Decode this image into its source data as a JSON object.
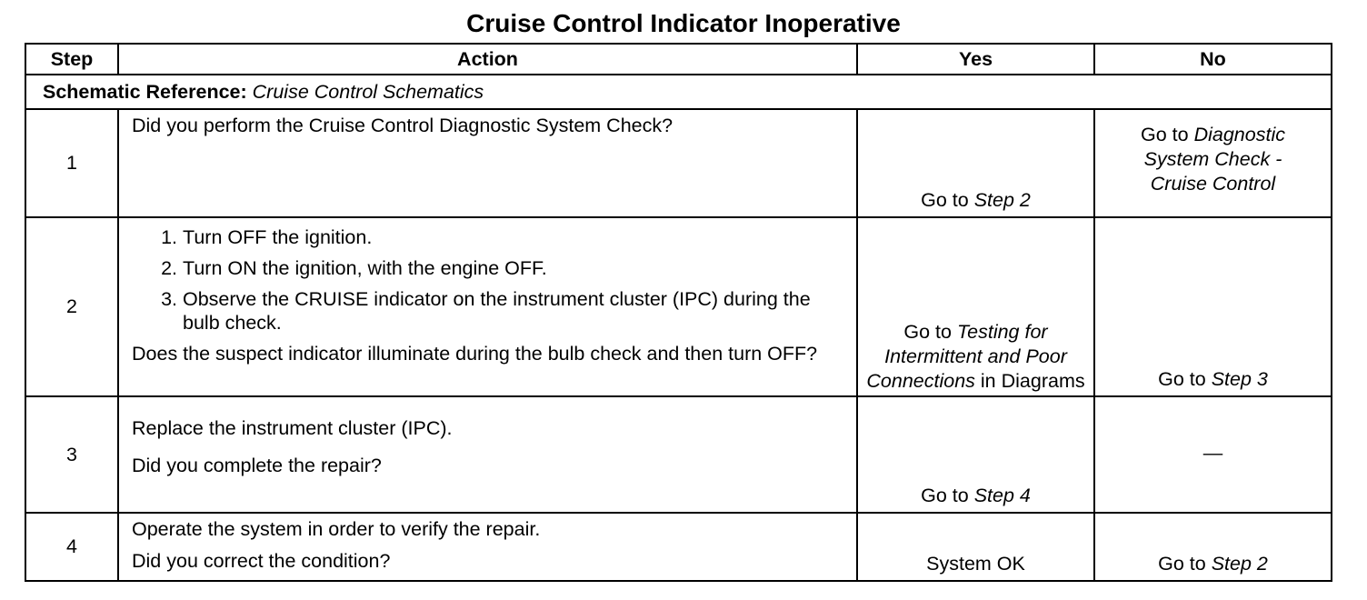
{
  "title": "Cruise Control Indicator Inoperative",
  "headers": {
    "step": "Step",
    "action": "Action",
    "yes": "Yes",
    "no": "No"
  },
  "schematic": {
    "label": "Schematic Reference:",
    "value": "Cruise Control Schematics"
  },
  "rows": [
    {
      "step": "1",
      "action_text": "Did you perform the Cruise Control Diagnostic System Check?",
      "yes_prefix": "Go to",
      "yes_link": "Step 2",
      "no_prefix": "Go to",
      "no_link": "Diagnostic System Check - Cruise Control"
    },
    {
      "step": "2",
      "substeps": [
        "Turn OFF the ignition.",
        "Turn ON the ignition, with the engine OFF.",
        "Observe the CRUISE indicator on the instrument cluster (IPC) during the bulb check."
      ],
      "question": "Does the suspect indicator illuminate during the bulb check and then turn OFF?",
      "yes_prefix": "Go to",
      "yes_link": "Testing for Intermittent and Poor Connections",
      "yes_suffix": "in Diagrams",
      "no_prefix": "Go to",
      "no_link": "Step 3"
    },
    {
      "step": "3",
      "action_text": "Replace the instrument cluster (IPC).",
      "question": "Did you complete the repair?",
      "yes_prefix": "Go to",
      "yes_link": "Step 4",
      "no_text": "—"
    },
    {
      "step": "4",
      "action_text": "Operate the system in order to verify the repair.",
      "question": "Did you correct the condition?",
      "yes_text": "System OK",
      "no_prefix": "Go to",
      "no_link": "Step 2"
    }
  ]
}
